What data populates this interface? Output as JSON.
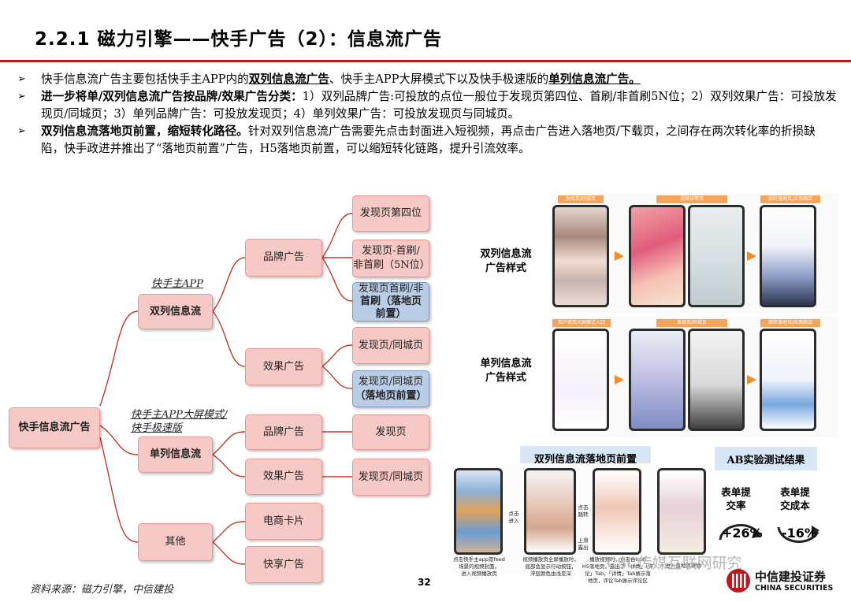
{
  "title": "2.2.1 磁力引擎——快手广告（2）：信息流广告",
  "bullets": [
    {
      "pre": "快手信息流广告主要包括快手主APP内的",
      "b1": "双列信息流广告",
      "mid": "、快手主APP大屏模式下以及快手极速版的",
      "b2": "单列信息流广告。"
    },
    {
      "b1": "进一步将单/双列信息流广告按品牌/效果广告分类：",
      "rest": "1）双列品牌广告:可投放的点位一般位于发现页第四位、首刷/非首刷5N位；2）双列效果广告：可投放发现页/同城页；3）单列品牌广告：可投放发现页；4）单列效果广告：可投放发现页与同城页。"
    },
    {
      "b1": "双列信息流落地页前置，缩短转化路径。",
      "rest": "针对双列信息流广告需要先点击封面进入短视频，再点击广告进入落地页/下载页，之间存在两次转化率的折损缺陷，快手政进并推出了“落地页前置”广告，H5落地页前置，可以缩短转化链路，提升引流效率。"
    }
  ],
  "tree": {
    "root": "快手信息流广告",
    "tag_double": "快手主APP",
    "double": "双列信息流",
    "tag_single_1": "快手主APP大屏模式/",
    "tag_single_2": "快手极速版",
    "single": "单列信息流",
    "other": "其他",
    "d_brand": "品牌广告",
    "d_effect": "效果广告",
    "s_brand": "品牌广告",
    "s_effect": "效果广告",
    "o_ecom": "电商卡片",
    "o_share": "快享广告",
    "leaf_1": "发现页第四位",
    "leaf_2a": "发现页-首刷/",
    "leaf_2b": "非首刷（5N位）",
    "leaf_3a": "发现页首刷/非",
    "leaf_3b": "首刷（落地页",
    "leaf_3c": "前置）",
    "leaf_4": "发现页/同城页",
    "leaf_5a": "发现页/同城页",
    "leaf_5b": "（落地页前置）",
    "leaf_6": "发现页",
    "leaf_7": "发现页/同城页"
  },
  "right": {
    "label_double_1": "双列信息流",
    "label_double_2": "广告样式",
    "label_single_1": "单列信息流",
    "label_single_2": "广告样式",
    "hdr_1": "发现页/同城页",
    "hdr_2": "视频详情页",
    "hdr_3": "跳转落地页/应用商店",
    "hdr_4": "用户使用大屏模式入口",
    "hdr_5": "发现页/同城页",
    "hdr_6": "跳转落地页/应用商店",
    "landing_title": "双列信息流落地页前置",
    "ab_title": "AB实验测试结果",
    "ab_ctr_1": "表单提",
    "ab_ctr_2": "交率",
    "ab_cost_1": "表单提",
    "ab_cost_2": "交成本",
    "ab_ctr_val": "+26%",
    "ab_cost_val": "-16%",
    "cap_1a": "点击快手主app双feed",
    "cap_1b": "场景的视频封面，",
    "cap_1c": "进入视频播放页",
    "cap_2a": "视频播放页全屏播放时，",
    "cap_2b": "底部会显示行动按钮，",
    "cap_2c": "浮层颜色由浅变深",
    "cap_3a": "播放视频时，点击自Icon",
    "cap_3b": "H5落地页，露出了「详情」「评",
    "cap_3c": "论」Tab，「详情」Tab展示落",
    "cap_3d": "地页，评论Tab展示评论区",
    "cap_4": "进入落地页详情",
    "click_1": "点击",
    "click_1b": "进入",
    "click_2": "点击",
    "click_2b": "跳转",
    "swipe": "上滑",
    "swipe_b": "露出"
  },
  "source": "资料来源：磁力引擎，中信建投",
  "page_number": "32",
  "watermark": "CSC传媒互联网研究",
  "logo_cn": "中信建投证券",
  "logo_en": "CHINA SECURITIES",
  "colors": {
    "title_rule": "#c0171d",
    "pink_node": "#f6c9c6",
    "blue_node": "#b9cde6",
    "tree_line": "#c0392b"
  }
}
